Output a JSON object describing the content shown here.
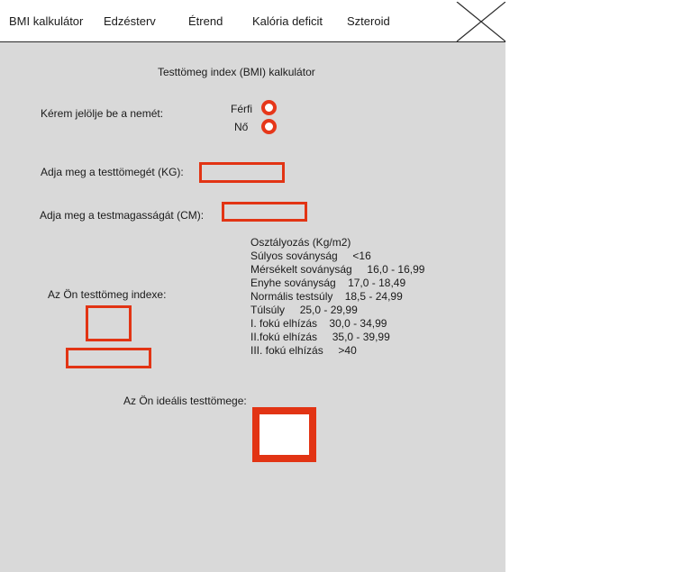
{
  "nav": {
    "items": [
      {
        "label": "BMI kalkulátor"
      },
      {
        "label": "Edzésterv"
      },
      {
        "label": "Étrend"
      },
      {
        "label": "Kalória deficit"
      },
      {
        "label": "Szteroid"
      }
    ]
  },
  "form": {
    "title": "Testtömeg index (BMI) kalkulátor",
    "gender_prompt": "Kérem jelölje be a nemét:",
    "gender_male": "Férfi",
    "gender_female": "Nő",
    "weight_label": "Adja meg a testtömegét (KG):",
    "height_label": "Adja meg a testmagasságát (CM):",
    "bmi_label": "Az Ön testtömeg indexe:",
    "ideal_label": "Az Ön ideális testtömege:"
  },
  "classification": {
    "header": "Osztályozás (Kg/m2)",
    "rows": [
      {
        "category": "Súlyos soványság",
        "range": "<16"
      },
      {
        "category": "Mérsékelt soványság",
        "range": "16,0 - 16,99"
      },
      {
        "category": "Enyhe soványság",
        "range": "17,0 - 18,49"
      },
      {
        "category": "Normális testsúly",
        "range": "18,5 - 24,99"
      },
      {
        "category": "Túlsúly",
        "range": "25,0 - 29,99"
      },
      {
        "category": "I. fokú elhízás",
        "range": "30,0 - 34,99"
      },
      {
        "category": "II.fokú elhízás",
        "range": "35,0 - 39,99"
      },
      {
        "category": "III. fokú elhízás",
        "range": ">40"
      }
    ]
  },
  "colors": {
    "accent": "#e23414",
    "panel": "#d9d9d9"
  }
}
